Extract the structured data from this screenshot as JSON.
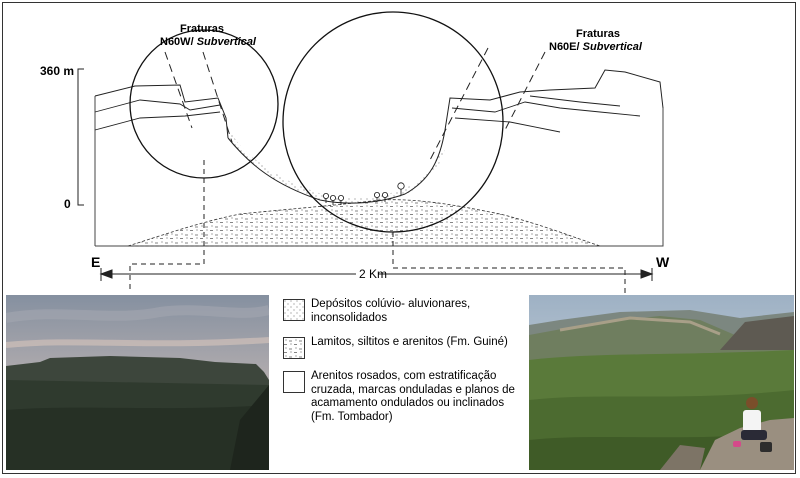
{
  "diagram": {
    "elevation_top": "360 m",
    "elevation_bottom": "0",
    "direction_left": "E",
    "direction_right": "W",
    "distance": "2 Km",
    "fracture_left": {
      "title": "Fraturas",
      "orientation": "N60W",
      "dip": "Subvertical"
    },
    "fracture_right": {
      "title": "Fraturas",
      "orientation": "N60E",
      "dip": "Subvertical"
    }
  },
  "legend": {
    "items": [
      {
        "text": "Depósitos colúvio- aluvionares, inconsolidados"
      },
      {
        "text": "Lamitos, siltitos e arenitos (Fm. Guiné)"
      },
      {
        "text": "Arenitos rosados, com estratificação cruzada, marcas onduladas e planos de acamamento ondulados ou inclinados (Fm. Tombador)"
      }
    ]
  }
}
